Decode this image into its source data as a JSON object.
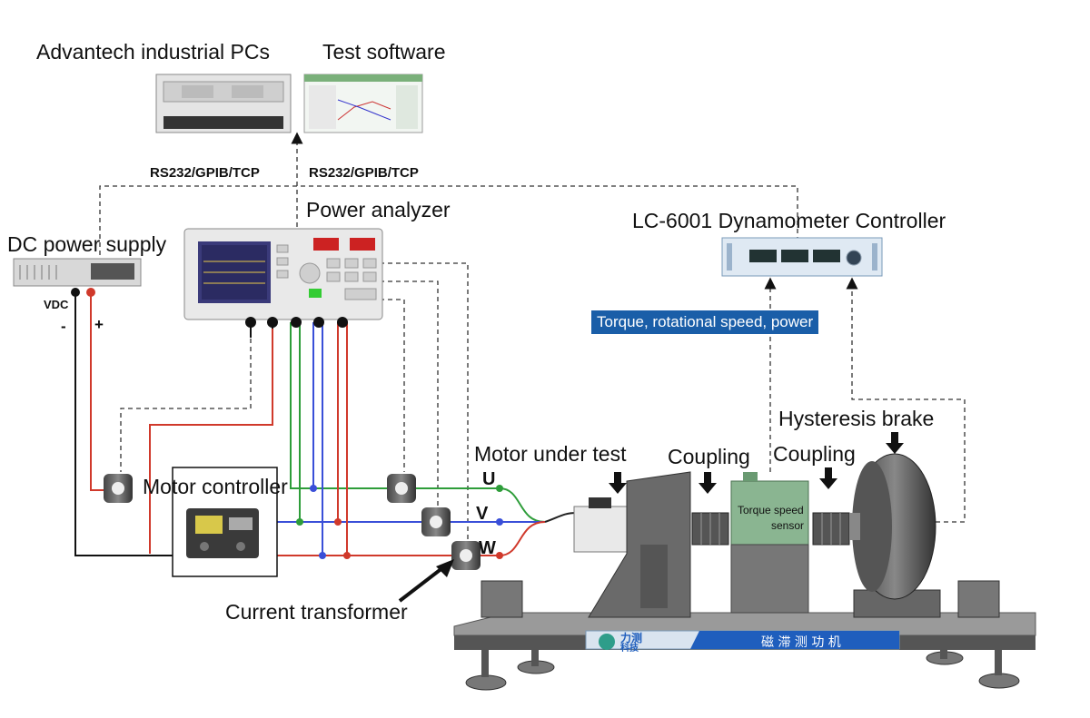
{
  "labels": {
    "advantech": "Advantech industrial PCs",
    "test_software": "Test software",
    "comm_left": "RS232/GPIB/TCP",
    "comm_right": "RS232/GPIB/TCP",
    "power_analyzer": "Power analyzer",
    "dc_power_supply": "DC power supply",
    "dyno_controller": "LC-6001 Dynamometer Controller",
    "vdc": "VDC",
    "minus": "-",
    "plus": "+",
    "torque_info": "Torque, rotational speed, power",
    "hysteresis_brake": "Hysteresis brake",
    "motor_under_test": "Motor under test",
    "coupling_left": "Coupling",
    "coupling_right": "Coupling",
    "motor_controller": "Motor controller",
    "phase_u": "U",
    "phase_v": "V",
    "phase_w": "W",
    "torque_sensor_line1": "Torque speed",
    "torque_sensor_line2": "sensor",
    "current_transformer": "Current transformer",
    "brand_name": "力测",
    "brand_sub": "科技",
    "base_plate_text": "磁 滞 测 功 机"
  },
  "colors": {
    "red_wire": "#d0392b",
    "green_wire": "#2e9d3a",
    "blue_wire": "#3a4fd8",
    "black_wire": "#111111",
    "dashed": "#333333",
    "highlight_bg": "#1a5ea8",
    "machine_green": "#7fae86",
    "machine_gray": "#6f6f6f"
  },
  "icons": [
    "industrial-pc-icon",
    "software-screenshot-icon",
    "power-analyzer-icon",
    "dc-supply-icon",
    "dyno-controller-icon",
    "current-transformer-icon",
    "motor-controller-icon",
    "motor-icon",
    "coupling-icon",
    "torque-sensor-icon",
    "hysteresis-brake-icon",
    "test-bench-icon",
    "arrow-icon"
  ]
}
